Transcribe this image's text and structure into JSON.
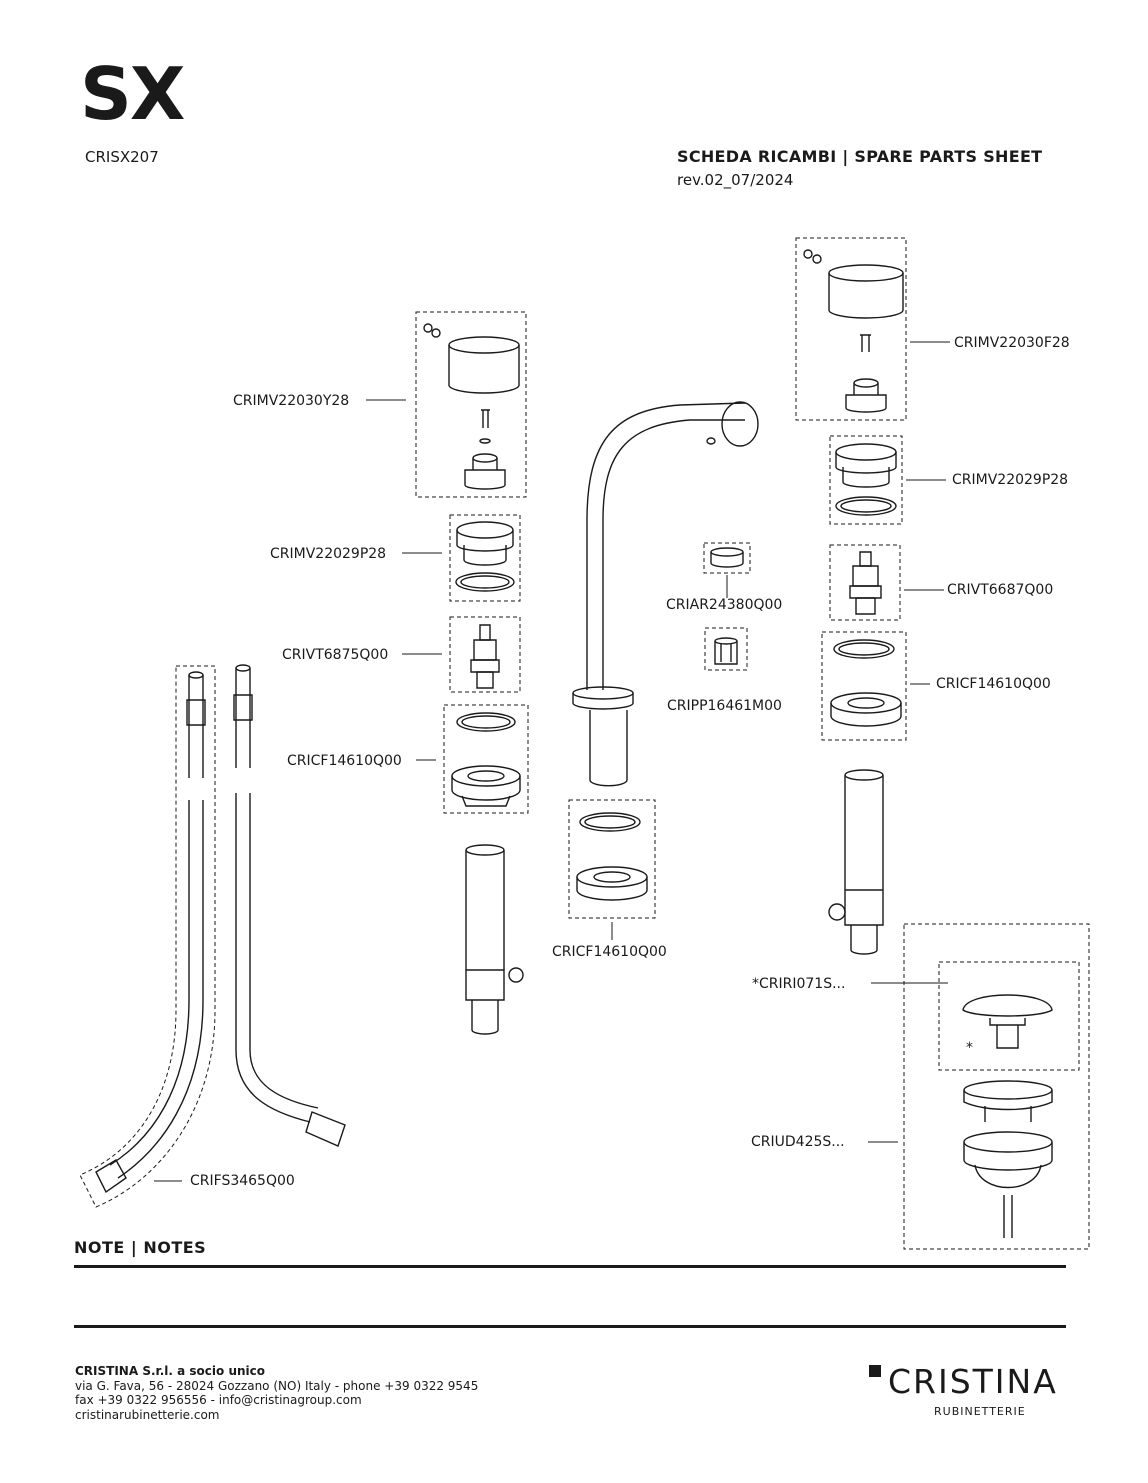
{
  "header": {
    "model": "SX",
    "code": "CRISX207",
    "sheet_title": "SCHEDA RICAMBI | SPARE PARTS SHEET",
    "revision": "rev.02_07/2024"
  },
  "parts": {
    "left_handle": "CRIMV22030Y28",
    "left_bushing": "CRIMV22029P28",
    "left_cartridge": "CRIVT6875Q00",
    "left_flange": "CRICF14610Q00",
    "aerator": "CRIAR24380Q00",
    "flow_limiter": "CRIPP16461M00",
    "spout_flange": "CRICF14610Q00",
    "right_handle": "CRIMV22030F28",
    "right_bushing": "CRIMV22029P28",
    "right_cartridge": "CRIVT6687Q00",
    "right_flange": "CRICF14610Q00",
    "drain_cap": "*CRIRI071S...",
    "drain_cap_mark": "*",
    "drain": "CRIUD425S...",
    "hoses": "CRIFS3465Q00"
  },
  "notes": {
    "title": "NOTE | NOTES"
  },
  "footer": {
    "company": "CRISTINA S.r.l. a socio unico",
    "address": "via G. Fava, 56 - 28024 Gozzano (NO) Italy - phone +39 0322 9545",
    "contacts": "fax +39 0322 956556 - info@cristinagroup.com",
    "website": "cristinarubinetterie.com"
  },
  "brand": {
    "name": "CRISTINA",
    "subtitle": "RUBINETTERIE"
  }
}
